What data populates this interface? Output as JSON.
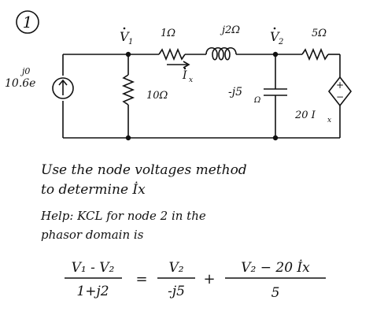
{
  "problem": {
    "number": "1"
  },
  "circuit": {
    "source_label_phase": "j0",
    "source_label_mag": "10.6e",
    "node1_label": "V",
    "node1_sub": "1",
    "node2_label": "V",
    "node2_sub": "2",
    "r1_label": "1Ω",
    "l_label": "j2Ω",
    "r5_label": "5Ω",
    "r10_label": "10Ω",
    "cap_label": "-j5",
    "cap_unit": "Ω",
    "ix_label": "I",
    "ix_sub": "x",
    "dep_source_label": "20 I",
    "dep_source_sub": "x",
    "dep_plus": "+",
    "dep_minus": "−"
  },
  "text": {
    "line1": "Use the node voltages method",
    "line2": "to determine  İx",
    "help1": "Help:  KCL  for  node 2  in the",
    "help2": "phasor  domain  is"
  },
  "equation": {
    "lhs_num": "V₁ - V₂",
    "lhs_den": "1+j2",
    "equals": "=",
    "mid_num": "V₂",
    "mid_den": "-j5",
    "plus": "+",
    "rhs_num": "V₂ − 20 İx",
    "rhs_den": "5"
  },
  "colors": {
    "ink": "#111111",
    "paper": "#ffffff"
  }
}
